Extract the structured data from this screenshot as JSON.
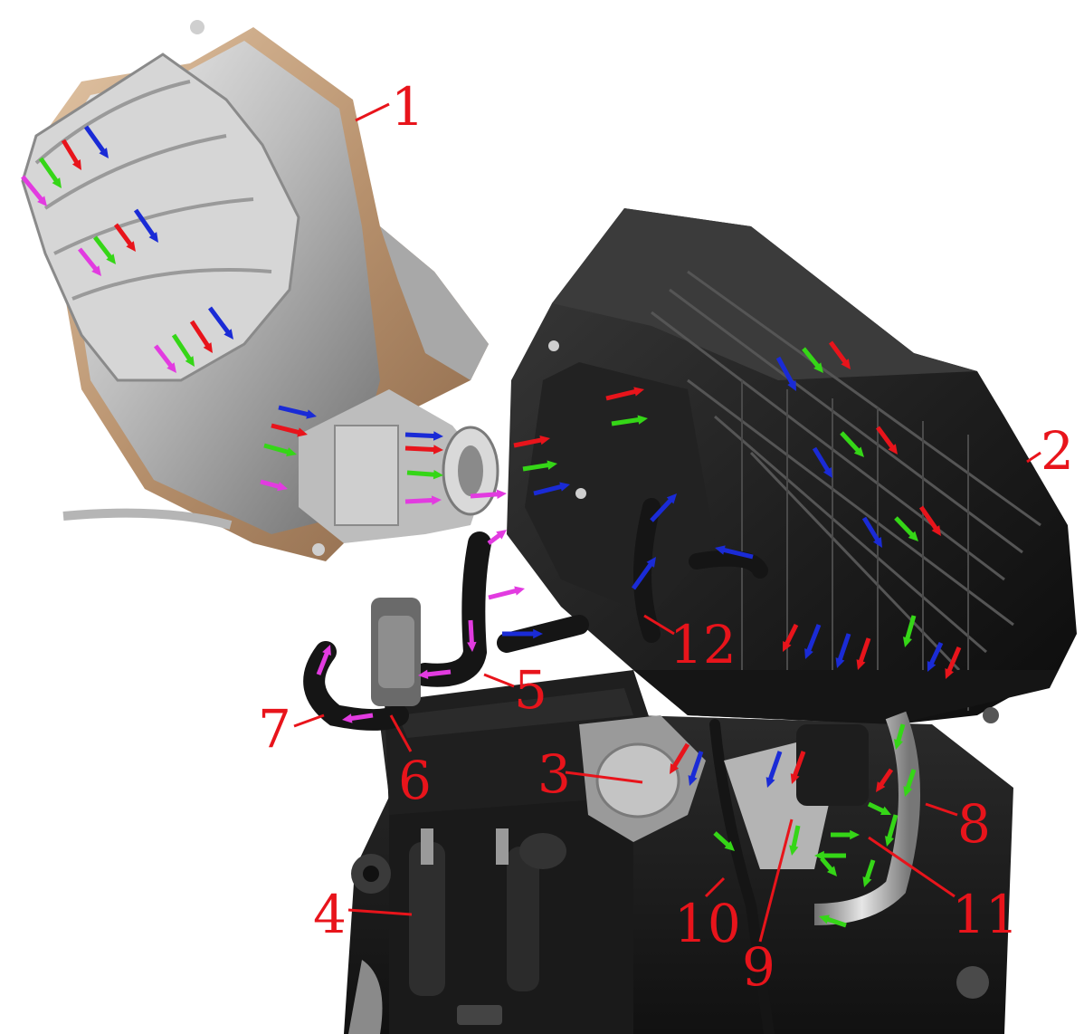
{
  "colors": {
    "callout": "#e8141b",
    "flow_red": "#e8141b",
    "flow_blue": "#1a2bd6",
    "flow_green": "#35d617",
    "flow_magenta": "#e23be0"
  },
  "callouts": [
    {
      "id": "1",
      "label": "1"
    },
    {
      "id": "2",
      "label": "2"
    },
    {
      "id": "3",
      "label": "3"
    },
    {
      "id": "4",
      "label": "4"
    },
    {
      "id": "5",
      "label": "5"
    },
    {
      "id": "6",
      "label": "6"
    },
    {
      "id": "7",
      "label": "7"
    },
    {
      "id": "8",
      "label": "8"
    },
    {
      "id": "9",
      "label": "9"
    },
    {
      "id": "10",
      "label": "10"
    },
    {
      "id": "11",
      "label": "11"
    },
    {
      "id": "12",
      "label": "12"
    }
  ]
}
